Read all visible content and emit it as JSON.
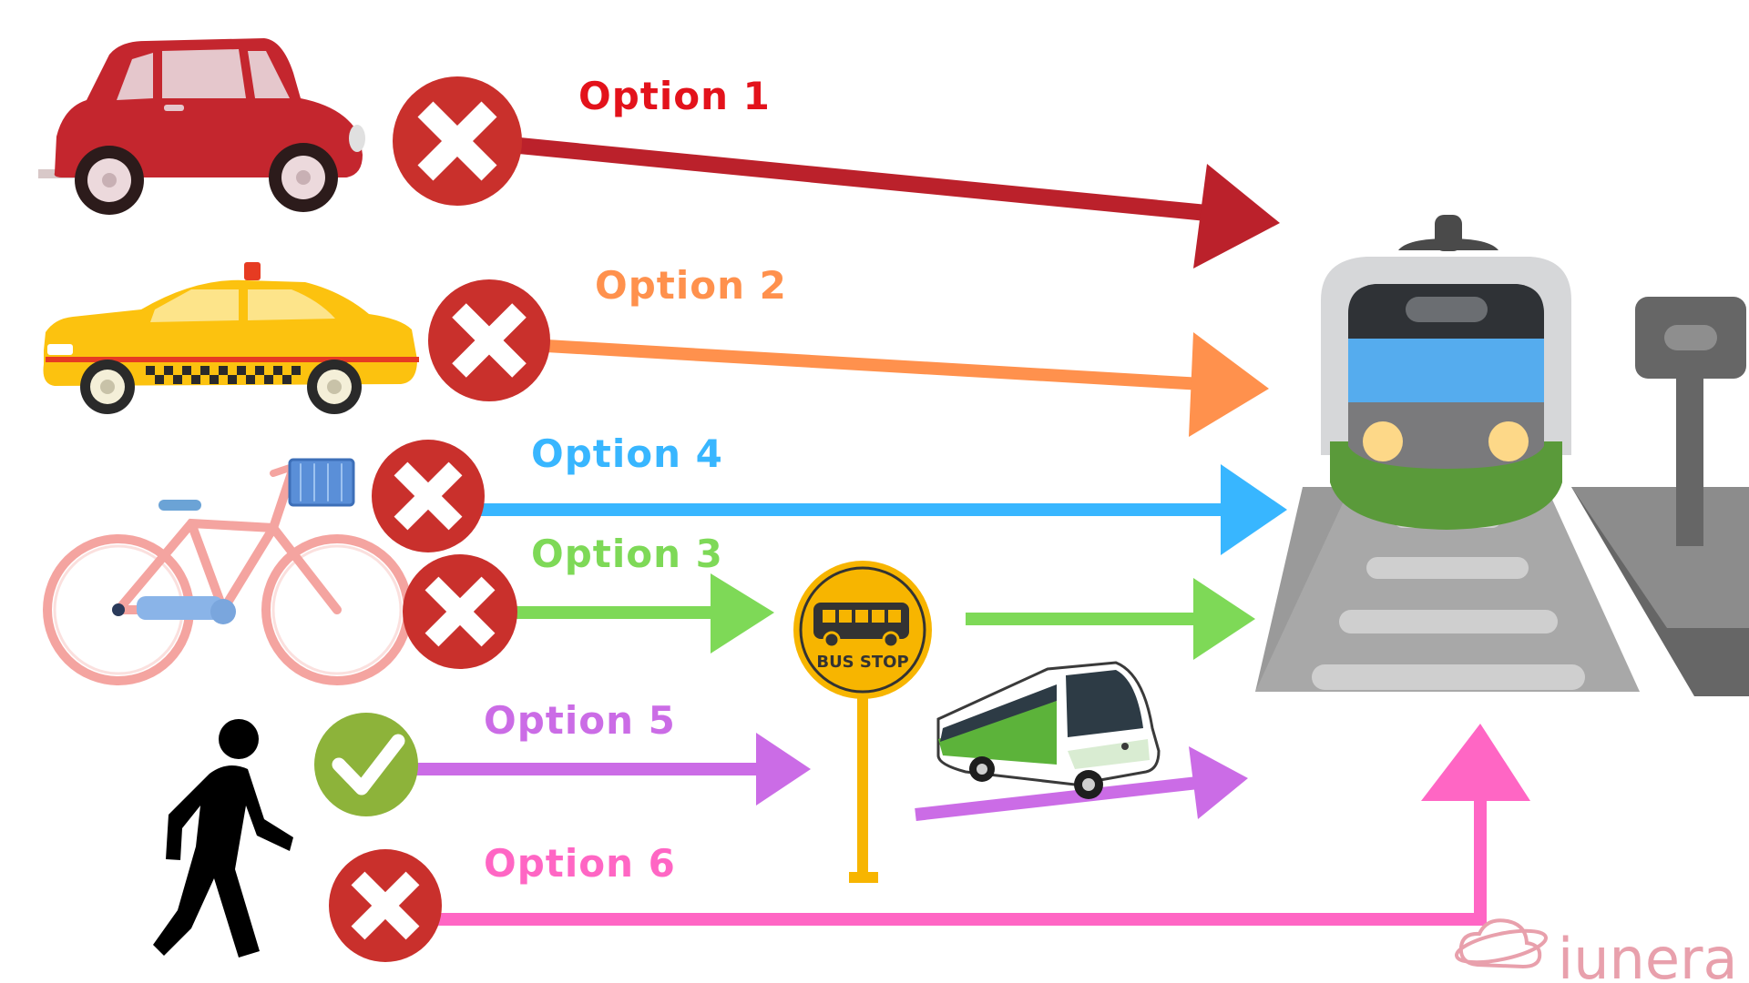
{
  "options": [
    {
      "key": "o1",
      "label": "Option 1",
      "color": "#e3121b",
      "arrow_color": "#bb212b",
      "status": "cross",
      "mode": "car"
    },
    {
      "key": "o2",
      "label": "Option 2",
      "color": "#ff914d",
      "arrow_color": "#ff914d",
      "status": "cross",
      "mode": "taxi"
    },
    {
      "key": "o4",
      "label": "Option 4",
      "color": "#38b6ff",
      "arrow_color": "#38b6ff",
      "status": "cross",
      "mode": "bicycle"
    },
    {
      "key": "o3",
      "label": "Option 3",
      "color": "#7ed957",
      "arrow_color": "#7ed957",
      "status": "cross",
      "mode": "bicycle-bus"
    },
    {
      "key": "o5",
      "label": "Option 5",
      "color": "#cb6ce6",
      "arrow_color": "#cb6ce6",
      "status": "check",
      "mode": "walk-bus"
    },
    {
      "key": "o6",
      "label": "Option 6",
      "color": "#ff66c4",
      "arrow_color": "#ff66c4",
      "status": "cross",
      "mode": "walk"
    }
  ],
  "bus_stop": {
    "label": "BUS STOP"
  },
  "brand": {
    "name": "iunera",
    "color": "#e8a0ac"
  },
  "colors": {
    "cross_badge": "#c9302c",
    "check_badge": "#8db33a"
  }
}
